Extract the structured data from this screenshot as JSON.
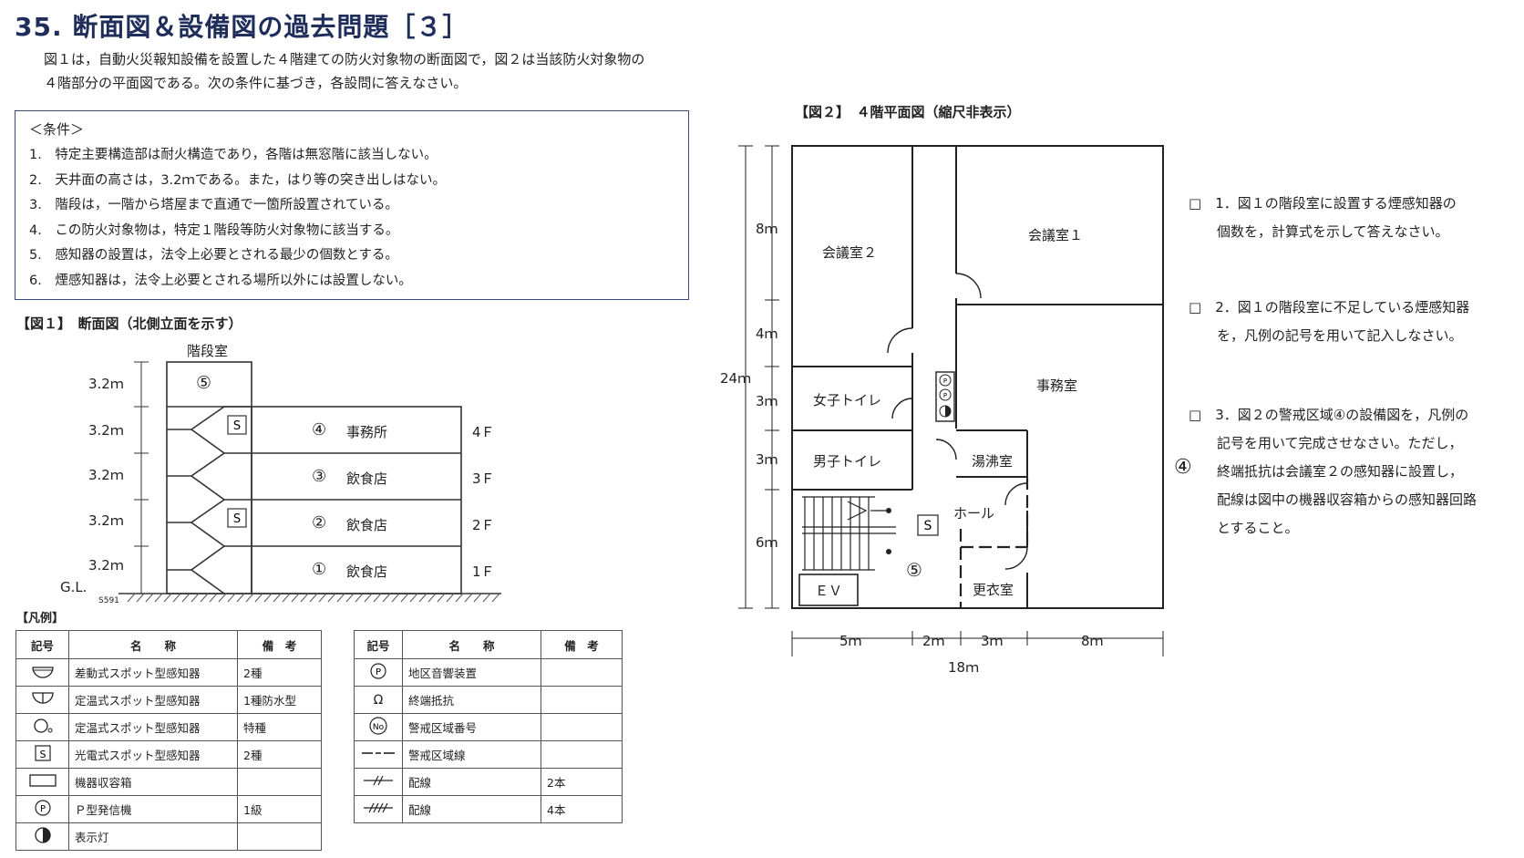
{
  "title": "35. 断面図＆設備図の過去問題［３］",
  "intro": [
    "図１は，自動火災報知設備を設置した４階建ての防火対象物の断面図で，図２は当該防火対象物の",
    "４階部分の平面図である。次の条件に基づき，各設問に答えなさい。"
  ],
  "conditions": {
    "heading": "＜条件＞",
    "items": [
      "1.　特定主要構造部は耐火構造であり，各階は無窓階に該当しない。",
      "2.　天井面の高さは，3.2ｍである。また，はり等の突き出しはない。",
      "3.　階段は，一階から塔屋まで直通で一箇所設置されている。",
      "4.　この防火対象物は，特定１階段等防火対象物に該当する。",
      "5.　感知器の設置は，法令上必要とされる最少の個数とする。",
      "6.　煙感知器は，法令上必要とされる場所以外には設置しない。"
    ]
  },
  "fig1": {
    "title": "【図１】　断面図（北側立面を示す）",
    "stair_label": "階段室",
    "heights": [
      "3.2ｍ",
      "3.2ｍ",
      "3.2ｍ",
      "3.2ｍ",
      "3.2ｍ"
    ],
    "gl": "G.L.",
    "code": "S591",
    "penthouse_no": "⑤",
    "floors": [
      {
        "no": "④",
        "name": "事務所",
        "floor": "4Ｆ"
      },
      {
        "no": "③",
        "name": "飲食店",
        "floor": "3Ｆ"
      },
      {
        "no": "②",
        "name": "飲食店",
        "floor": "2Ｆ"
      },
      {
        "no": "①",
        "name": "飲食店",
        "floor": "1Ｆ"
      }
    ],
    "detector": "S"
  },
  "legend": {
    "title": "【凡例】",
    "headers": [
      "記号",
      "名　　称",
      "備　考"
    ],
    "left": [
      {
        "icon": "diff-spot-icon",
        "name": "差動式スポット型感知器",
        "note": "2種"
      },
      {
        "icon": "fixed-temp-spot-icon",
        "name": "定温式スポット型感知器",
        "note": "1種防水型"
      },
      {
        "icon": "fixed-temp-special-icon",
        "name": "定温式スポット型感知器",
        "note": "特種"
      },
      {
        "icon": "photo-smoke-icon",
        "name": "光電式スポット型感知器",
        "note": "2種"
      },
      {
        "icon": "equipment-box-icon",
        "name": "機器収容箱",
        "note": ""
      },
      {
        "icon": "p-transmitter-icon",
        "name": "Ｐ型発信機",
        "note": "1級"
      },
      {
        "icon": "indicator-lamp-icon",
        "name": "表示灯",
        "note": ""
      }
    ],
    "right": [
      {
        "icon": "area-bell-icon",
        "name": "地区音響装置",
        "note": ""
      },
      {
        "icon": "terminal-resistor-icon",
        "name": "終端抵抗",
        "note": ""
      },
      {
        "icon": "zone-number-icon",
        "name": "警戒区域番号",
        "note": ""
      },
      {
        "icon": "zone-line-icon",
        "name": "警戒区域線",
        "note": ""
      },
      {
        "icon": "wiring-2-icon",
        "name": "配線",
        "note": "2本"
      },
      {
        "icon": "wiring-4-icon",
        "name": "配線",
        "note": "4本"
      }
    ],
    "symbols": {
      "s": "S",
      "p": "P",
      "no": "No",
      "omega": "Ω",
      "dash": "—-—",
      "w2": "-//-",
      "w4": "-///-"
    }
  },
  "fig2": {
    "title": "【図２】　４階平面図（縮尺非表示）",
    "v_dims": [
      "8ｍ",
      "4ｍ",
      "3ｍ",
      "3ｍ",
      "6ｍ"
    ],
    "v_total": "24ｍ",
    "h_dims": [
      "5ｍ",
      "2ｍ",
      "3ｍ",
      "8ｍ"
    ],
    "h_total": "18ｍ",
    "rooms": {
      "conf2": "会議室２",
      "conf1": "会議室１",
      "office": "事務室",
      "women": "女子トイレ",
      "men": "男子トイレ",
      "kitchen": "湯沸室",
      "hall": "ホール",
      "locker": "更衣室",
      "ev": "ＥＶ"
    },
    "stair_no": "⑤",
    "zone_no": "④",
    "detector": "S"
  },
  "questions": [
    {
      "box": "□",
      "lines": [
        "1．図１の階段室に設置する煙感知器の",
        "個数を，計算式を示して答えなさい。"
      ]
    },
    {
      "box": "□",
      "lines": [
        "2．図１の階段室に不足している煙感知器",
        "を，凡例の記号を用いて記入しなさい。"
      ]
    },
    {
      "box": "□",
      "lines": [
        "3．図２の警戒区域④の設備図を，凡例の",
        "記号を用いて完成させなさい。ただし，",
        "終端抵抗は会議室２の感知器に設置し，",
        "配線は図中の機器収容箱からの感知器回路",
        "とすること。"
      ]
    }
  ]
}
